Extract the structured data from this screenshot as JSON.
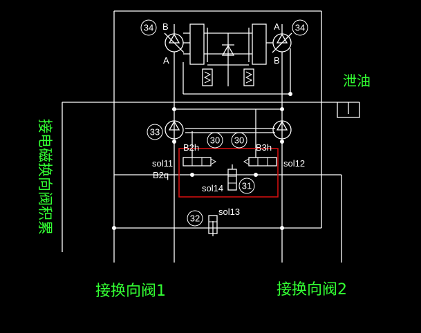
{
  "callouts": {
    "c34": "34",
    "c33": "33",
    "c30": "30",
    "c31": "31",
    "c32": "32"
  },
  "ports": {
    "a": "A",
    "b": "B"
  },
  "labels": {
    "b2h": "B2h",
    "b3h": "B3h",
    "sol11": "sol11",
    "sol12": "sol12",
    "b2q": "B2q",
    "sol14": "sol14",
    "sol13": "sol13",
    "drain": "泄油",
    "valve1": "接换向阀1",
    "valve2": "接换向阀2",
    "side": "接电磁换向阀积累"
  },
  "colors": {
    "background": "#000000",
    "lines": "#ffffff",
    "highlight_box": "#d01010",
    "annotation_text": "#33ff33"
  }
}
